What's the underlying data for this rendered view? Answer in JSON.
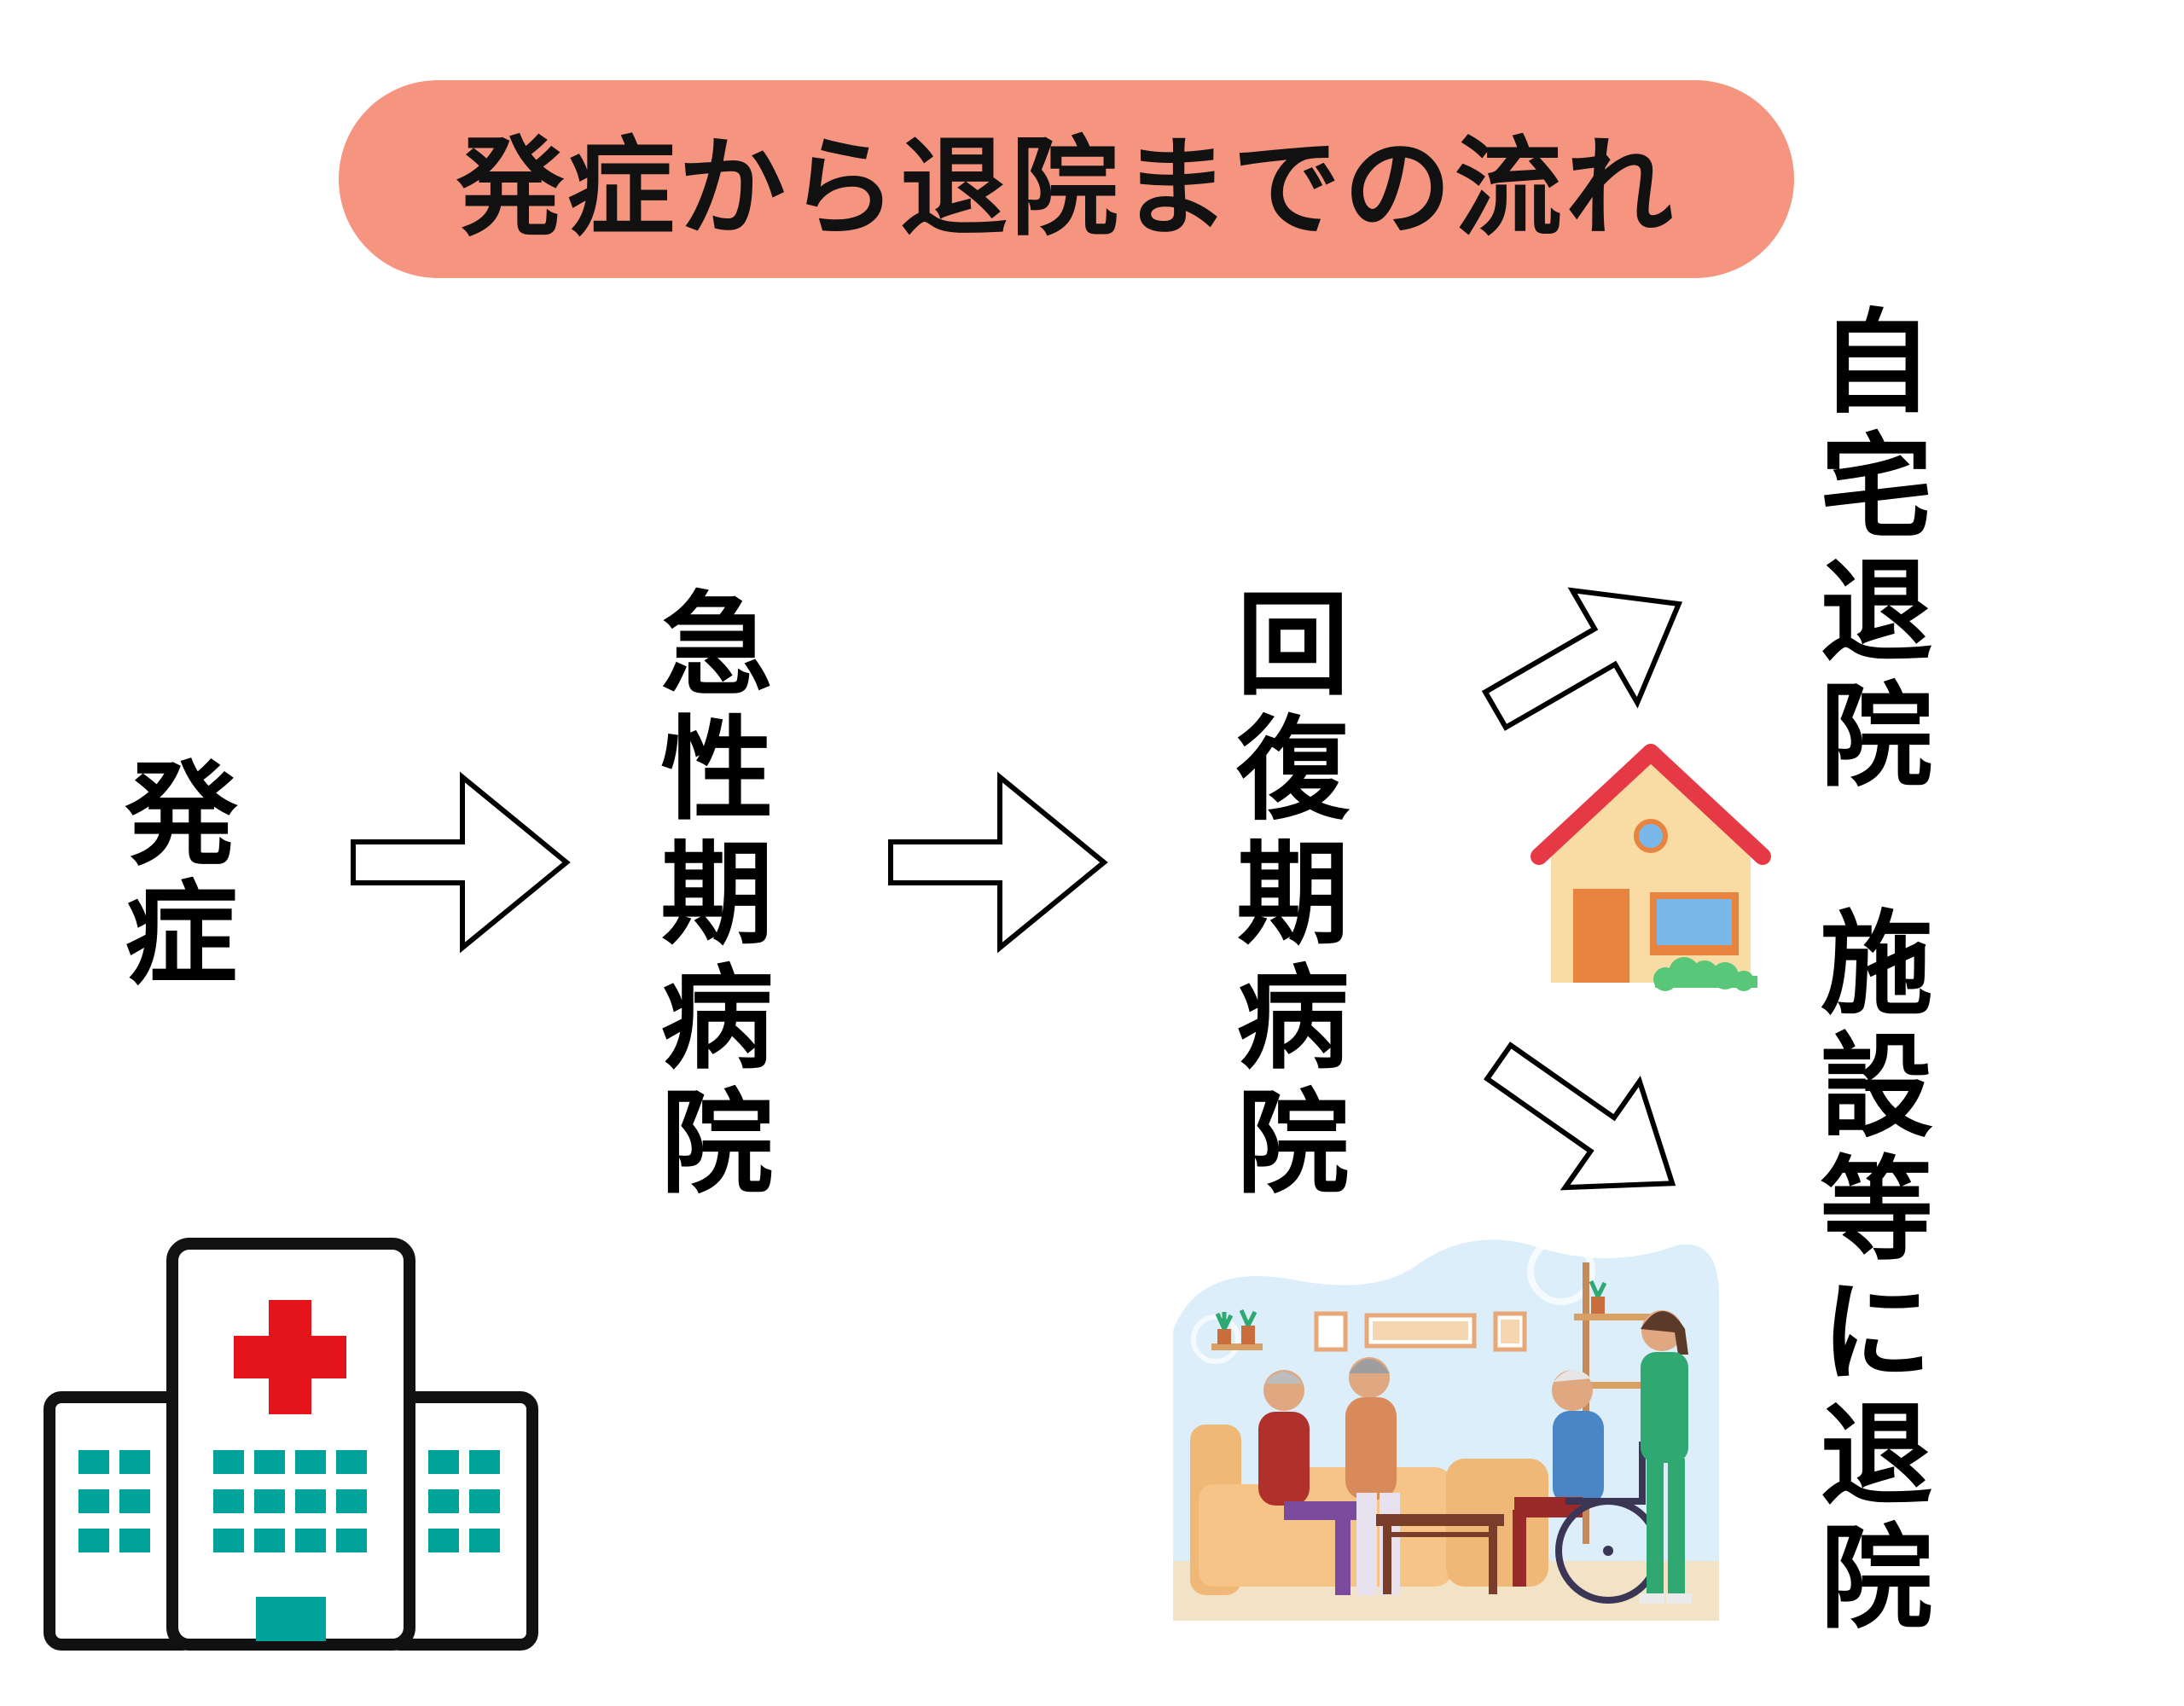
{
  "title": "発症から退院までの流れ",
  "stages": {
    "onset": "発症",
    "acute": "急性期病院",
    "recovery": "回復期病院",
    "home_discharge": "自宅退院",
    "facility_discharge": "施設等に退院"
  },
  "icons": [
    "hospital-icon",
    "house-icon",
    "care-facility-illustration"
  ],
  "colors": {
    "title_bg": "#f5947f",
    "cross": "#e4141b",
    "hospital_window": "#00a39a",
    "house_roof": "#e63946",
    "house_wall": "#f9dca4",
    "house_door": "#e8843f",
    "nurse_uniform": "#2fa872"
  }
}
